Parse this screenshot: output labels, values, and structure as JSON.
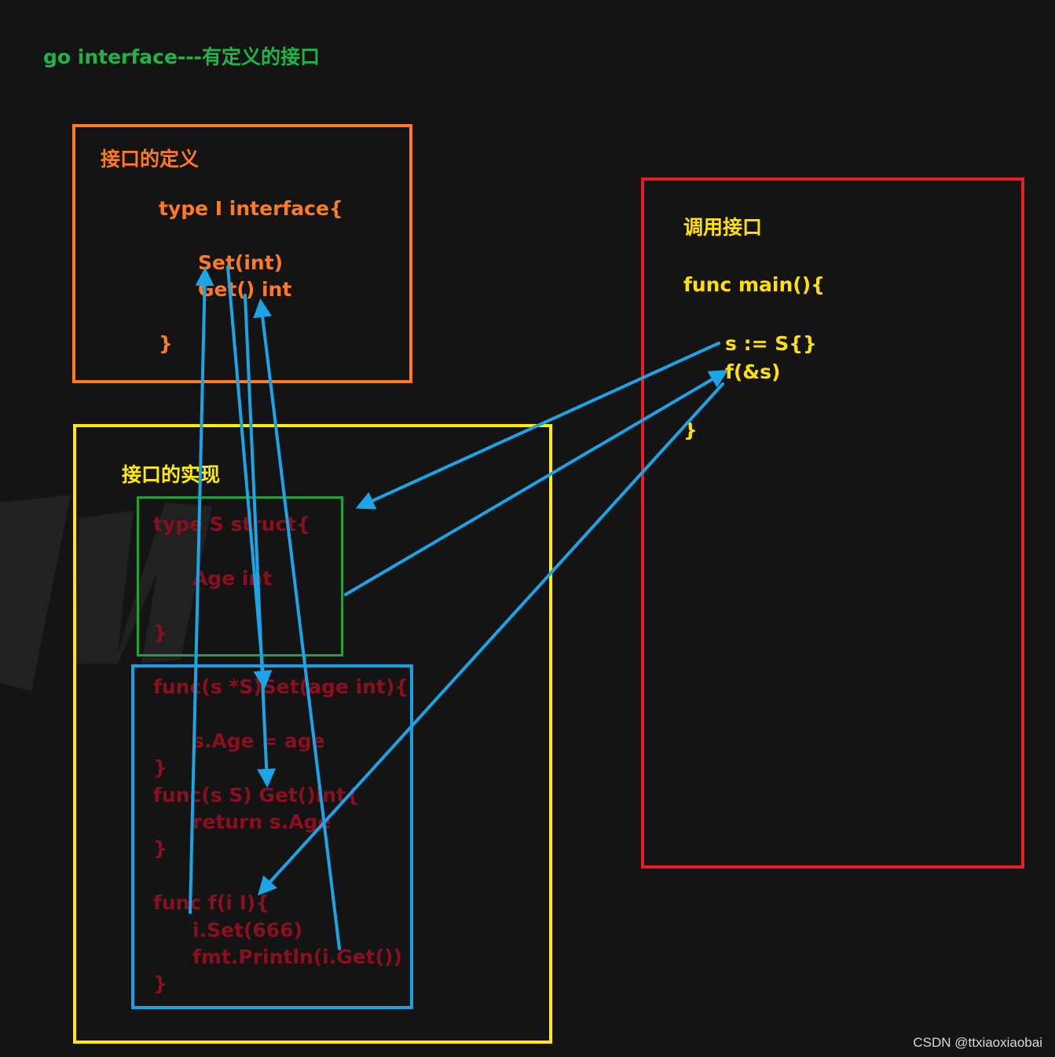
{
  "page": {
    "title": "go interface---有定义的接口",
    "credit": "CSDN @ttxiaoxiaobai"
  },
  "colors": {
    "background": "#141414",
    "title": "#1fb34a",
    "definition": "#ff7a22",
    "implementation_frame": "#ffec00",
    "implementation_label": "#ffec00",
    "struct_frame": "#21a03c",
    "methods_frame": "#1d9ee2",
    "code_dark_red": "#8a0f1f",
    "call_frame": "#e81e25",
    "call_text": "#ffe000",
    "arrows": "#1ba4e6"
  },
  "definition_box": {
    "label": "接口的定义",
    "lines": [
      "type I interface{",
      "Set(int)",
      "Get() int",
      "}"
    ]
  },
  "implementation_box": {
    "label": "接口的实现",
    "struct_lines": [
      "type S struct{",
      "Age int",
      "}"
    ],
    "method_lines": [
      "func(s *S)Set(age int){",
      "s.Age = age",
      "}",
      "func(s S) Get()int{",
      "return s.Age",
      "}",
      "func f(i I){",
      "i.Set(666)",
      "fmt.Println(i.Get())",
      "}"
    ]
  },
  "call_box": {
    "label": "调用接口",
    "lines": [
      "func main(){",
      "s := S{}",
      "f(&s)",
      "}"
    ]
  }
}
